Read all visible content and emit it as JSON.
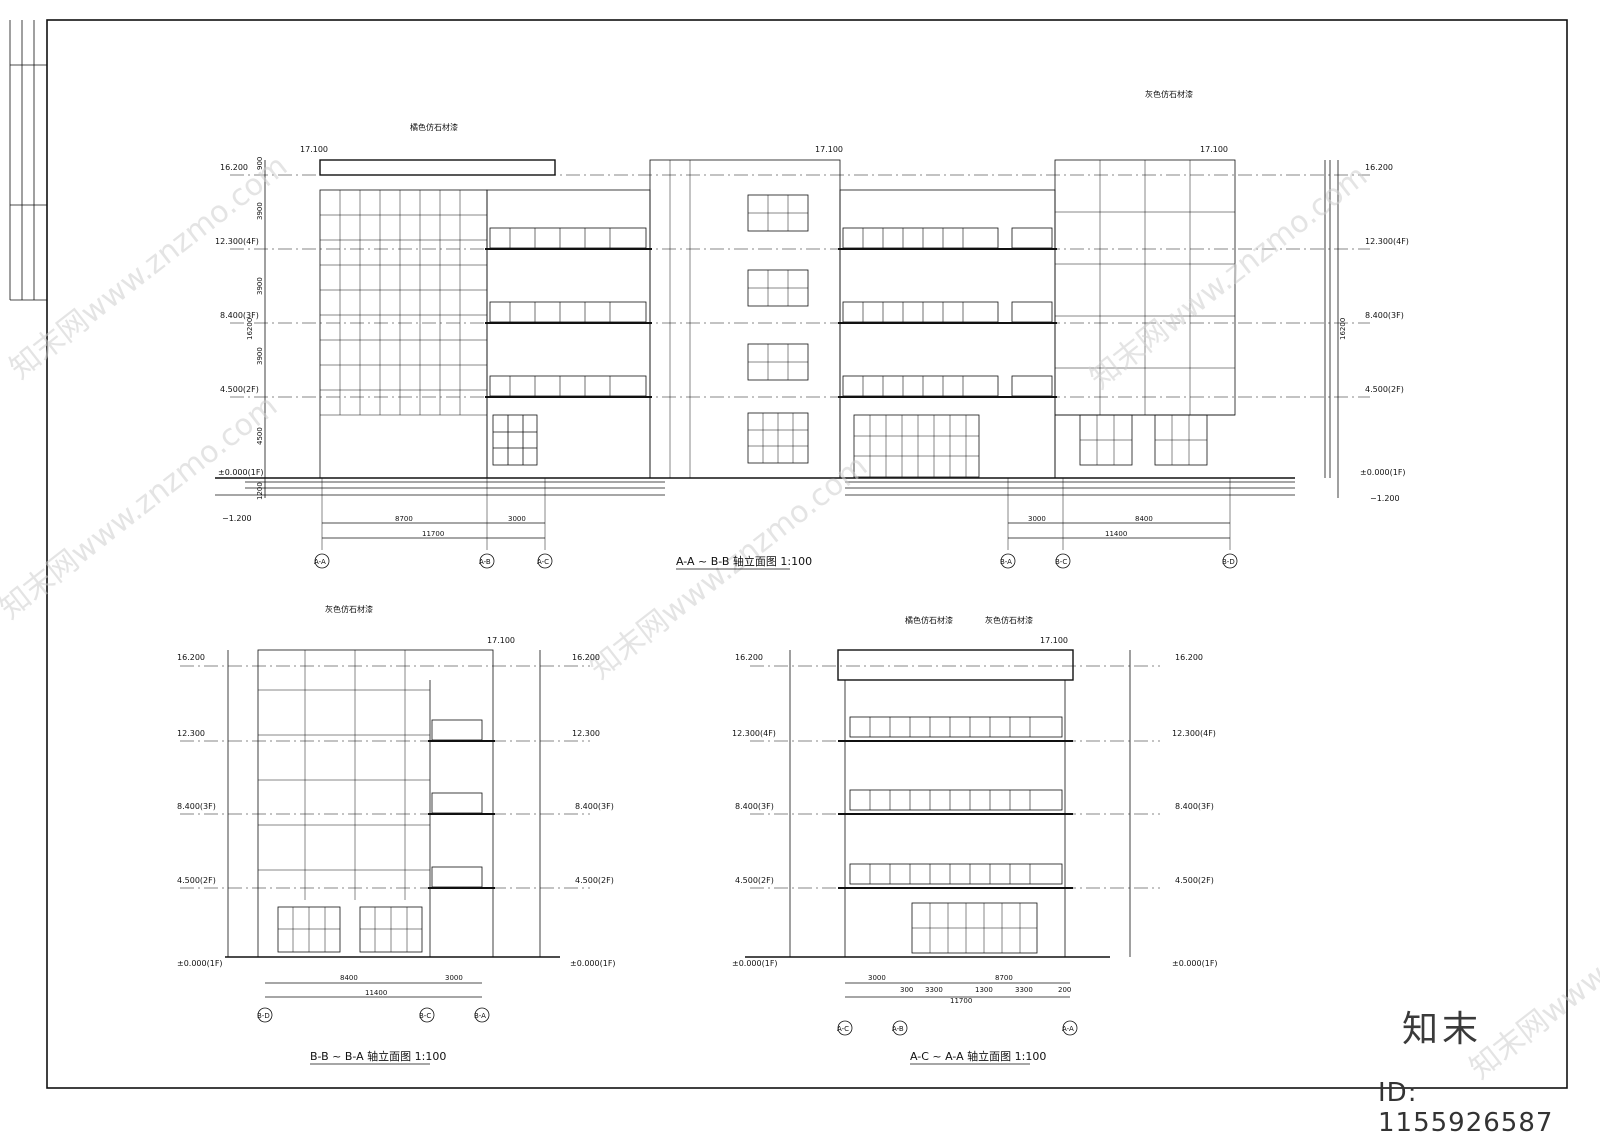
{
  "titles": {
    "front": "A-A ~ B-B 轴立面图 1:100",
    "side_left": "B-B ~ B-A 轴立面图 1:100",
    "side_right": "A-C ~ A-A 轴立面图 1:100"
  },
  "materials": {
    "orange": "橘色仿石材漆",
    "grey": "灰色仿石材漆"
  },
  "levels": {
    "roof_top": "17.100",
    "top": "16.200",
    "f4": "12.300(4F)",
    "f4_plain": "12.300",
    "f3": "8.400(3F)",
    "f2": "4.500(2F)",
    "f1": "±0.000(1F)",
    "ground": "−1.200"
  },
  "dims": {
    "front_left": [
      "8700",
      "3000",
      "11700"
    ],
    "front_right": [
      "3000",
      "8400",
      "11400"
    ],
    "side_left": [
      "8400",
      "3000",
      "11400"
    ],
    "side_right": [
      "3000",
      "300",
      "3300",
      "1300",
      "3300",
      "200",
      "8700",
      "11700"
    ],
    "storey": [
      "900",
      "3900",
      "3900",
      "3900",
      "4500",
      "1200"
    ],
    "overall": "16200"
  },
  "axes": {
    "front_left": [
      "A-A",
      "A-B",
      "A-C"
    ],
    "front_right": [
      "B-A",
      "B-C",
      "B-D"
    ],
    "side_left": [
      "B-D",
      "B-C",
      "B-A"
    ],
    "side_right": [
      "A-C",
      "A-B",
      "A-A"
    ]
  },
  "watermark": "知末网www.znzmo.com",
  "brand": "知末",
  "image_id": "ID: 1155926587",
  "colors": {
    "line": "#111111",
    "watermark": "#cfcfcf"
  }
}
